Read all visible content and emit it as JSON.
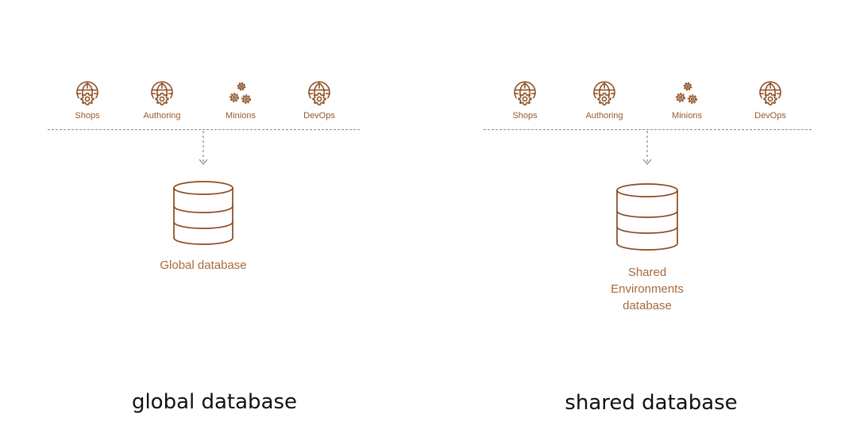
{
  "colors": {
    "icon_stroke": "#8b4a1c",
    "label_text": "#9a5a26",
    "divider": "#8a8a8a"
  },
  "left": {
    "services": [
      {
        "label": "Shops",
        "icon": "globe-gear-icon"
      },
      {
        "label": "Authoring",
        "icon": "globe-gear-icon"
      },
      {
        "label": "Minions",
        "icon": "gears-icon"
      },
      {
        "label": "DevOps",
        "icon": "globe-gear-icon"
      }
    ],
    "database_label": "Global database",
    "caption": "global database"
  },
  "right": {
    "services": [
      {
        "label": "Shops",
        "icon": "globe-gear-icon"
      },
      {
        "label": "Authoring",
        "icon": "globe-gear-icon"
      },
      {
        "label": "Minions",
        "icon": "gears-icon"
      },
      {
        "label": "DevOps",
        "icon": "globe-gear-icon"
      }
    ],
    "database_label": [
      "Shared",
      "Environments",
      "database"
    ],
    "caption": "shared database"
  }
}
